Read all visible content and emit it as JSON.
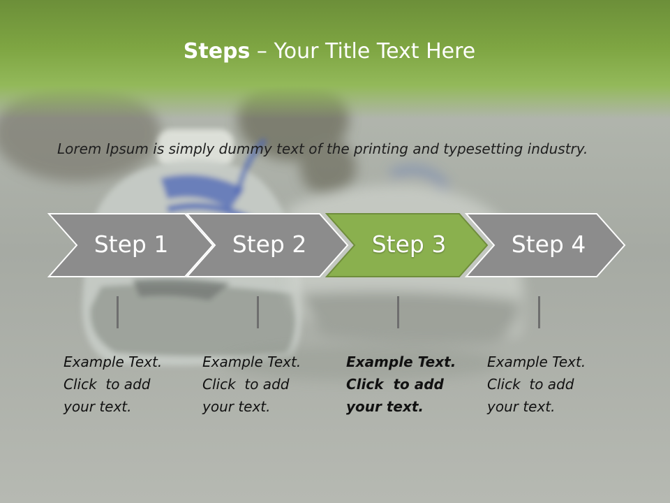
{
  "title": {
    "bold": "Steps",
    "rest": " – Your Title Text Here"
  },
  "intro": "Lorem Ipsum is simply dummy text of the printing and typesetting industry.",
  "colors": {
    "accent_green": "#8ab04e",
    "step_gray": "#8c8c8c",
    "band_green": "#7ea542"
  },
  "steps": [
    {
      "label": "Step 1",
      "desc_line1": "Example Text.",
      "desc_line2": "Click  to add",
      "desc_line3": "your text.",
      "active": false
    },
    {
      "label": "Step 2",
      "desc_line1": "Example Text.",
      "desc_line2": "Click  to add",
      "desc_line3": "your text.",
      "active": false
    },
    {
      "label": "Step 3",
      "desc_line1": "Example Text.",
      "desc_line2": "Click  to add",
      "desc_line3": "your text.",
      "active": true
    },
    {
      "label": "Step 4",
      "desc_line1": "Example Text.",
      "desc_line2": "Click  to add",
      "desc_line3": "your text.",
      "active": false
    }
  ]
}
